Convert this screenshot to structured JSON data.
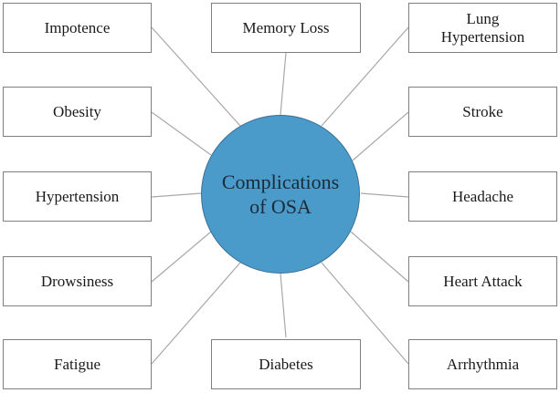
{
  "center": {
    "label": "Complications\nof OSA",
    "fill": "#4a9bc9"
  },
  "line_color": "#a8a8a8",
  "nodes": [
    {
      "id": "impotence",
      "label": "Impotence"
    },
    {
      "id": "memory-loss",
      "label": "Memory Loss"
    },
    {
      "id": "lung-hypertension",
      "label": "Lung\nHypertension"
    },
    {
      "id": "obesity",
      "label": "Obesity"
    },
    {
      "id": "stroke",
      "label": "Stroke"
    },
    {
      "id": "hypertension",
      "label": "Hypertension"
    },
    {
      "id": "headache",
      "label": "Headache"
    },
    {
      "id": "drowsiness",
      "label": "Drowsiness"
    },
    {
      "id": "heart-attack",
      "label": "Heart Attack"
    },
    {
      "id": "fatigue",
      "label": "Fatigue"
    },
    {
      "id": "diabetes",
      "label": "Diabetes"
    },
    {
      "id": "arrhythmia",
      "label": "Arrhythmia"
    }
  ]
}
